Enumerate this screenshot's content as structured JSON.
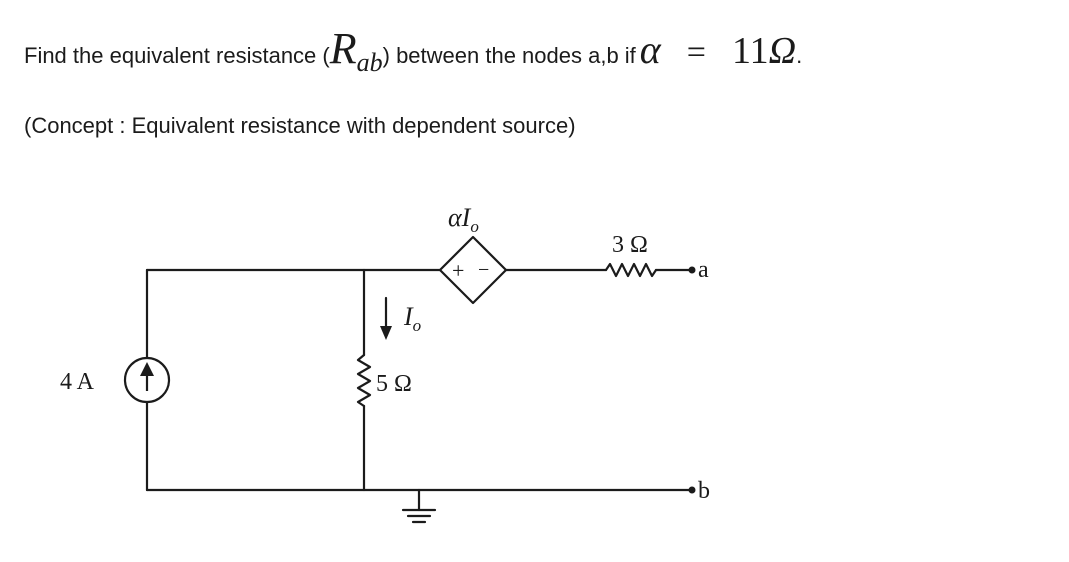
{
  "question": {
    "prefix": "Find the equivalent resistance (",
    "symbol_R": "R",
    "symbol_sub": "ab",
    "middle": ") between the nodes a,b if ",
    "alpha": "α",
    "equals": "=",
    "value": "11",
    "unit": "Ω",
    "period": "."
  },
  "concept": "(Concept : Equivalent resistance with dependent source)",
  "circuit": {
    "current_source_label": "4 A",
    "dependent_source_label_alpha": "α",
    "dependent_source_label_I": "I",
    "dependent_source_label_sub": "o",
    "series_resistor_label": "3 Ω",
    "shunt_resistor_label": "5 Ω",
    "current_label_I": "I",
    "current_label_sub": "o",
    "node_a": "a",
    "node_b": "b",
    "plus_sign": "+",
    "minus_sign": "−"
  }
}
